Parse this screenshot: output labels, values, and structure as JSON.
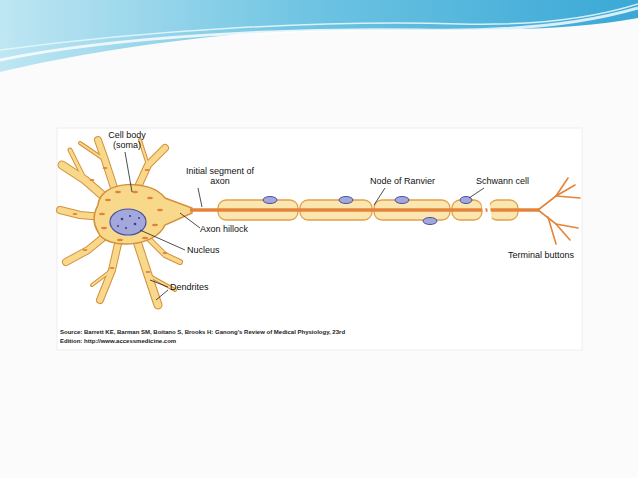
{
  "diagram": {
    "caption": "Source: Barrett KE, Barman SM, Boitano S, Brooks H: Ganong's Review of Medical Physiology, 23rd Edition: http://www.accessmedicine.com",
    "labels": [
      "Cell body (soma)",
      "Initial segment of axon",
      "Node of Ranvier",
      "Schwann cell",
      "Axon hillock",
      "Nucleus",
      "Dendrites",
      "Terminal buttons"
    ]
  }
}
